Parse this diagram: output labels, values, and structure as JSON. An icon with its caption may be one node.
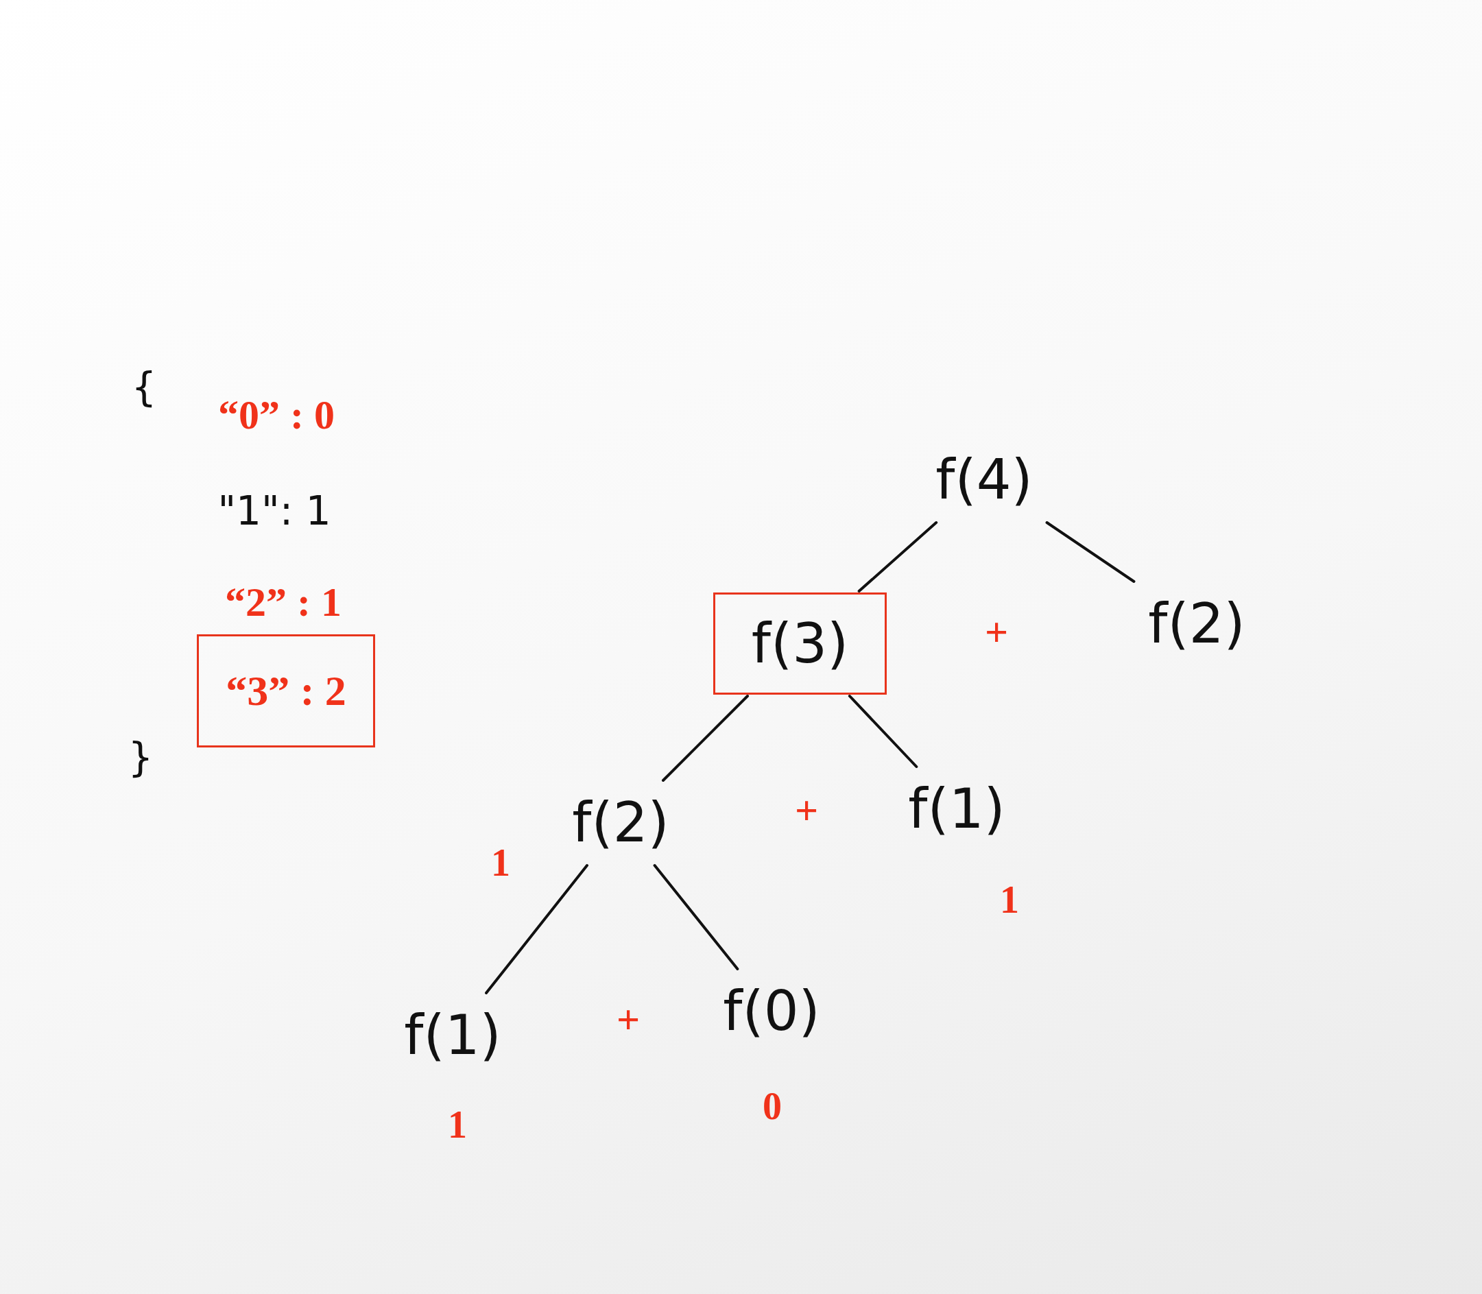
{
  "diagram": {
    "nodes": [
      {
        "text": [
          "f(4)"
        ]
      },
      {
        "text": [
          "f(3)"
        ]
      },
      {
        "text": [
          "f(2)"
        ]
      },
      {
        "text": [
          "f(2)"
        ],
        "beside": [
          "1"
        ]
      },
      {
        "text": [
          "f(1)"
        ],
        "beside": [
          "1"
        ]
      },
      {
        "text": [
          "f(1)"
        ],
        "beside": [
          "1"
        ]
      },
      {
        "text": [
          "f(0)"
        ],
        "beside": [
          "0"
        ]
      },
      {
        "text": [
          "“3” : 2"
        ]
      }
    ],
    "edges": [
      {
        "from": 0,
        "to": 1,
        "arrow": "none"
      },
      {
        "from": 0,
        "to": 2,
        "arrow": "none"
      },
      {
        "from": 1,
        "to": 3,
        "arrow": "none"
      },
      {
        "from": 1,
        "to": 4,
        "arrow": "none"
      },
      {
        "from": 3,
        "to": 5,
        "arrow": "none"
      },
      {
        "from": 3,
        "to": 6,
        "arrow": "none"
      }
    ],
    "labels": [
      "{",
      "“0” : 0",
      "\"1\": 1",
      "“2” : 1",
      "+",
      "}",
      "+",
      "+"
    ]
  }
}
